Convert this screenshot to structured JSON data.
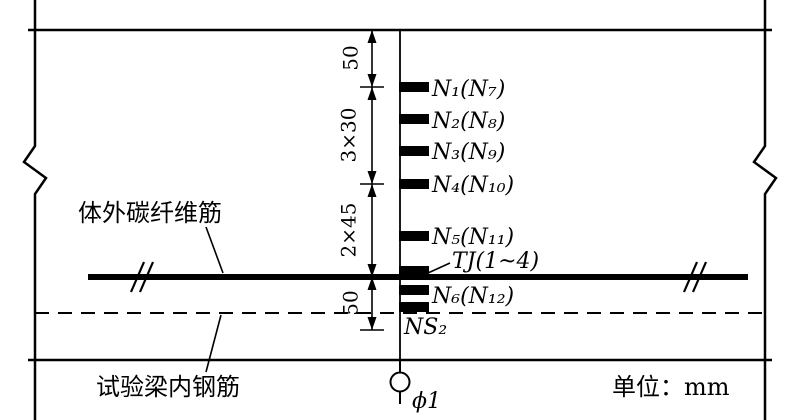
{
  "diagram": {
    "unit_note": "单位：mm",
    "tendon_label": "体外碳纤维筋",
    "rebar_label": "试验梁内钢筋",
    "section_label": "ϕ1",
    "dims": {
      "d1": "50",
      "d2": "3×30",
      "d3": "2×45",
      "d4": "50"
    },
    "gauges": {
      "n1": "N₁(N₇)",
      "n2": "N₂(N₈)",
      "n3": "N₃(N₉)",
      "n4": "N₄(N₁₀)",
      "n5": "N₅(N₁₁)",
      "tj": "TJ(1~4)",
      "n6": "N₆(N₁₂)",
      "ns2": "NS₂"
    }
  }
}
